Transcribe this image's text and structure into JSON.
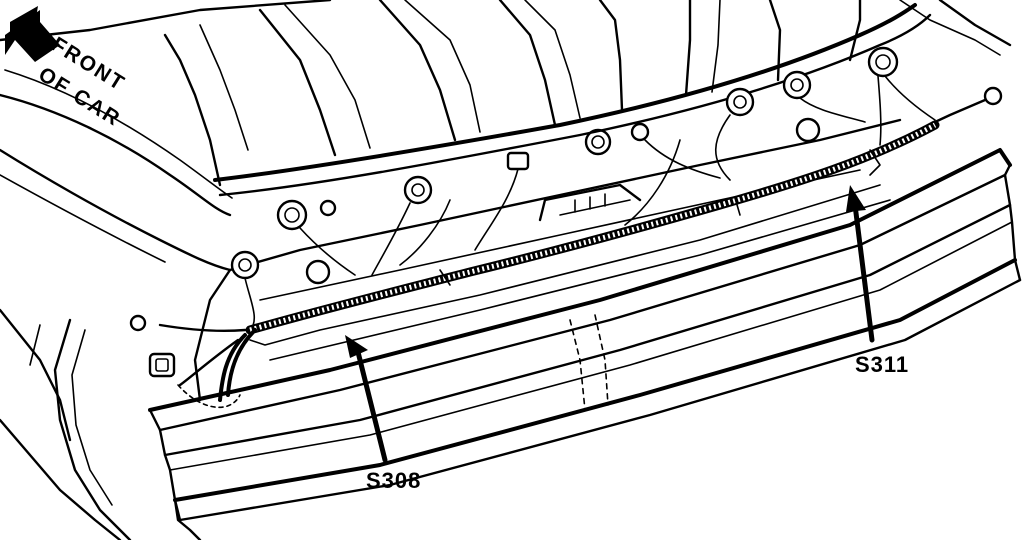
{
  "diagram": {
    "orientation": {
      "line1": "FRONT",
      "line2": "OF CAR"
    },
    "callouts": [
      {
        "id": "s308",
        "label": "S308"
      },
      {
        "id": "s311",
        "label": "S311"
      }
    ],
    "line_color": "#000000",
    "background_color": "#ffffff"
  }
}
